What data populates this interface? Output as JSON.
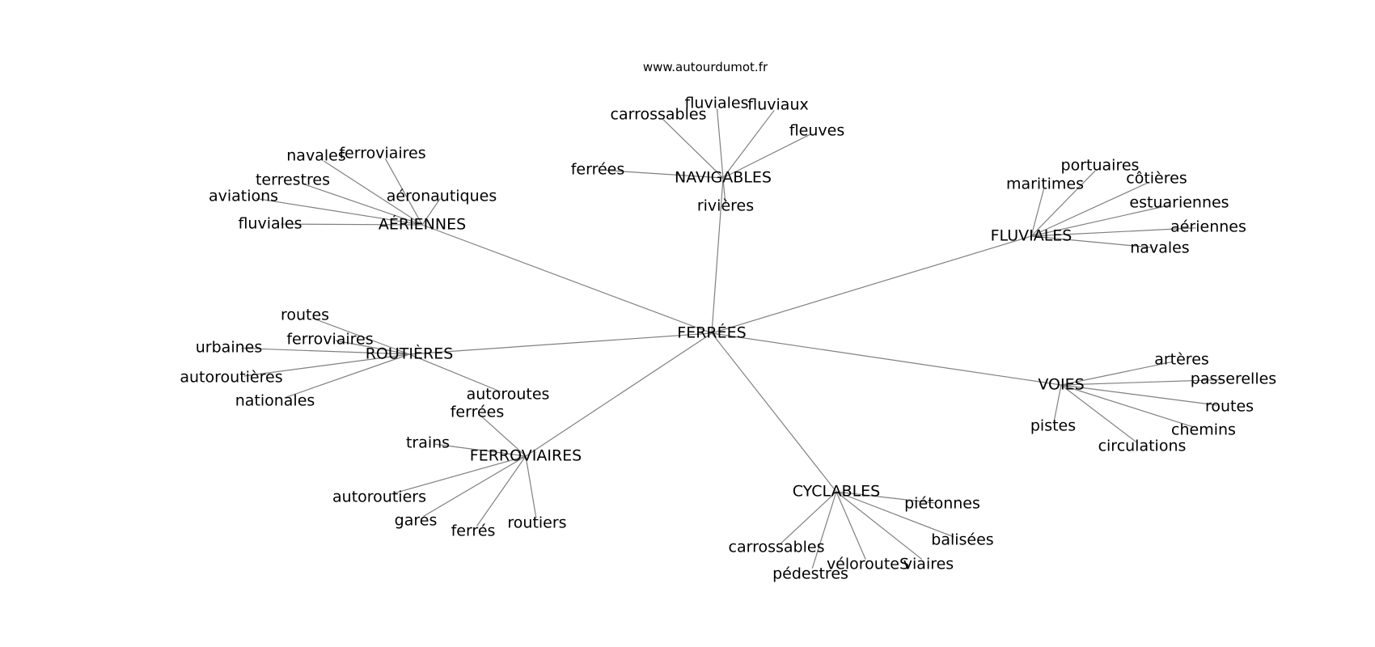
{
  "credit": "www.autourdumot.fr",
  "center": {
    "id": "ferrees",
    "label": "FERRÉES"
  },
  "groups": [
    {
      "id": "navigables",
      "label": "NAVIGABLES",
      "leaves": [
        "fluviales",
        "fluviaux",
        "carrossables",
        "fleuves",
        "ferrées",
        "rivières"
      ]
    },
    {
      "id": "aeriennes",
      "label": "AÉRIENNES",
      "leaves": [
        "ferroviaires",
        "navales",
        "terrestres",
        "aviations",
        "aéronautiques",
        "fluviales"
      ]
    },
    {
      "id": "fluviales",
      "label": "FLUVIALES",
      "leaves": [
        "portuaires",
        "maritimes",
        "côtières",
        "estuariennes",
        "aériennes",
        "navales"
      ]
    },
    {
      "id": "routieres",
      "label": "ROUTIÈRES",
      "leaves": [
        "routes",
        "ferroviaires",
        "urbaines",
        "autoroutières",
        "nationales",
        "autoroutes"
      ]
    },
    {
      "id": "voies",
      "label": "VOIES",
      "leaves": [
        "artères",
        "passerelles",
        "routes",
        "chemins",
        "pistes",
        "circulations"
      ]
    },
    {
      "id": "ferroviaires",
      "label": "FERROVIAIRES",
      "leaves": [
        "ferrées",
        "trains",
        "autoroutiers",
        "gares",
        "ferrés",
        "routiers"
      ]
    },
    {
      "id": "cyclables",
      "label": "CYCLABLES",
      "leaves": [
        "piétonnes",
        "balisées",
        "carrossables",
        "vélorouteS",
        "viaires",
        "pédestres"
      ]
    }
  ]
}
